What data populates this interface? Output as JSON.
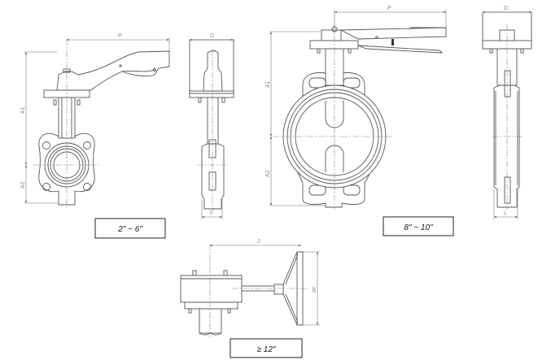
{
  "labels": {
    "small_range": "2\" ~ 6\"",
    "medium_range": "8\" ~ 10\"",
    "large_range": "≥ 12\""
  },
  "dimensions": {
    "handle_length": "P",
    "height_top": "A1",
    "height_bottom": "A2",
    "top_depth": "D",
    "face_length": "L",
    "gear_length": "J",
    "wheel_diameter": "ØP"
  }
}
